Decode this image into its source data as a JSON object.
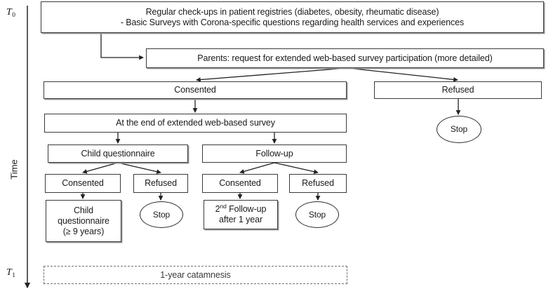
{
  "figure": {
    "type": "flowchart",
    "orientation": "top-down",
    "timeline": {
      "axis_name": "Time",
      "start_label": "T0",
      "start_label_text": "T",
      "start_label_sub": "0",
      "end_label_text": "T",
      "end_label_sub": "1"
    }
  },
  "nodes": {
    "baseline_surveys": {
      "line1": "Regular check-ups in patient registries (diabetes, obesity, rheumatic disease)",
      "line2": "- Basic Surveys with Corona-specific questions regarding health services and experiences",
      "shape": "box"
    },
    "parents_request": {
      "label": "Parents: request for extended web-based survey participation (more detailed)",
      "shape": "box"
    },
    "consented_top": {
      "label": "Consented",
      "shape": "box"
    },
    "refused_top": {
      "label": "Refused",
      "shape": "box"
    },
    "stop_refused_top": {
      "label": "Stop",
      "shape": "ellipse"
    },
    "end_of_survey": {
      "label": "At the end of extended web-based survey",
      "shape": "box"
    },
    "child_questionnaire_branch": {
      "label": "Child questionnaire",
      "shape": "box"
    },
    "follow_up_branch": {
      "label": "Follow-up",
      "shape": "box"
    },
    "child_consented": {
      "label": "Consented",
      "shape": "box"
    },
    "child_refused": {
      "label": "Refused",
      "shape": "box"
    },
    "followup_consented": {
      "label": "Consented",
      "shape": "box"
    },
    "followup_refused": {
      "label": "Refused",
      "shape": "box"
    },
    "child_questionnaire_final": {
      "line1": "Child",
      "line2": "questionnaire",
      "line3": "(≥ 9 years)",
      "shape": "box"
    },
    "stop_child_refused": {
      "label": "Stop",
      "shape": "ellipse"
    },
    "second_follow_up": {
      "line1_pre": "2",
      "line1_sup": "nd",
      "line1_post": " Follow-up",
      "line2": "after 1 year",
      "shape": "box"
    },
    "stop_followup_refused": {
      "label": "Stop",
      "shape": "ellipse"
    },
    "catamnesis": {
      "label": "1-year catamnesis",
      "shape": "dashed-box"
    }
  },
  "colors": {
    "stroke": "#3b3b3b",
    "shadow": "#9a9a9a",
    "text": "#1a1a1a",
    "dashed_stroke": "#6f6f6f",
    "background": "#ffffff"
  }
}
